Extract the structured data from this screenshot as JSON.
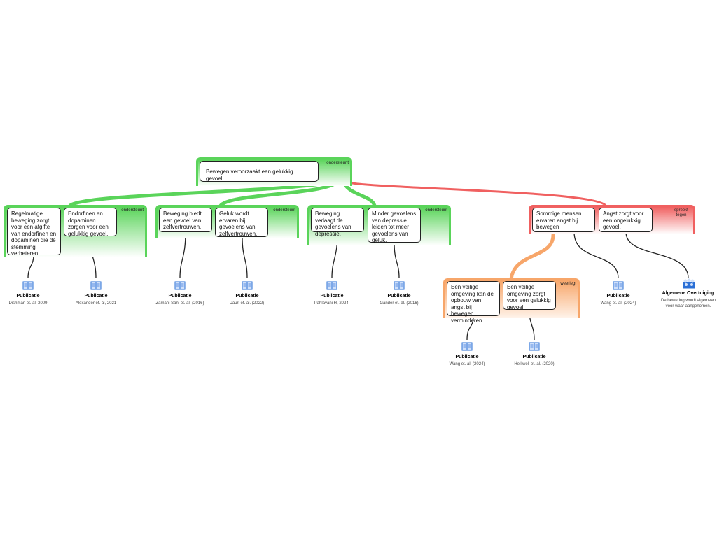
{
  "root": {
    "label": "ondersteunt",
    "text": "Bewegen veroorzaakt een gelukkig gevoel."
  },
  "groups": [
    {
      "label": "ondersteunt",
      "boxes": [
        "Regelmatige beweging zorgt voor een afgifte van endorfinen en dopaminen die de stemming verbeteren.",
        "Endorfinen en dopaminen zorgen voor een gelukkig gevoel."
      ]
    },
    {
      "label": "ondersteunt",
      "boxes": [
        "Beweging biedt een gevoel van zelfvertrouwen.",
        "Geluk wordt ervaren bij gevoelens van zelfvertrouwen."
      ]
    },
    {
      "label": "ondersteunt",
      "boxes": [
        "Beweging verlaagt de gevoelens van depressie.",
        "Minder gevoelens van depressie leiden tot meer gevoelens van geluk."
      ]
    },
    {
      "label": "spreekt tegen",
      "boxes": [
        "Sommige mensen ervaren angst bij bewegen",
        "Angst zorgt voor een ongelukkig gevoel."
      ]
    },
    {
      "label": "weerlegt",
      "boxes": [
        "Een veilige omgeving kan de opbouw van angst bij bewegen verminderen.",
        "Een veilige omgeving zorgt voor een gelukkig gevoel"
      ]
    }
  ],
  "sources": [
    {
      "title": "Publicatie",
      "ref": "Dishman et. al. 2009"
    },
    {
      "title": "Publicatie",
      "ref": "Alexander et. al, 2021"
    },
    {
      "title": "Publicatie",
      "ref": "Zamani Sani et. al. (2016)"
    },
    {
      "title": "Publicatie",
      "ref": "Jauri et. al. (2022)"
    },
    {
      "title": "Publicatie",
      "ref": "Pahlavani H, 2024."
    },
    {
      "title": "Publicatie",
      "ref": "Gander et. al. (2016)"
    },
    {
      "title": "Publicatie",
      "ref": "Wang et. al. (2024)"
    },
    {
      "title": "Publicatie",
      "ref": "Helliwell et. al. (2020)"
    },
    {
      "title": "Publicatie",
      "ref": "Wang et. al. (2024)"
    },
    {
      "title": "Algemene Overtuiging",
      "ref": "De bewering wordt algemeen voor waar aangenomen."
    }
  ],
  "colors": {
    "support": "#5ad45a",
    "oppose": "#f06060",
    "rebut": "#f7a66a"
  }
}
